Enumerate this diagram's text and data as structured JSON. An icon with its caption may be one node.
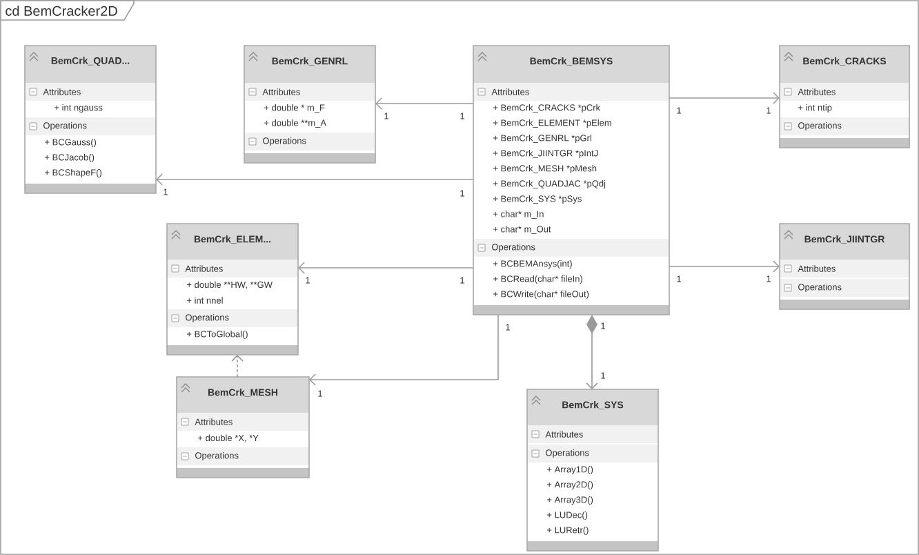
{
  "diagram": {
    "nodes": [
      {
        "text": [
          "cd BemCracker2D"
        ]
      },
      {
        "text": [
          "BemCrk_QUAD...",
          "Attributes",
          "+ int ngauss",
          "Operations",
          "+ BCGauss()",
          "+ BCJacob()",
          "+ BCShapeF()"
        ],
        "in": 0
      },
      {
        "text": [
          "BemCrk_GENRL",
          "Attributes",
          "+ double * m_F",
          "+ double **m_A",
          "Operations"
        ],
        "in": 0
      },
      {
        "text": [
          "BemCrk_BEMSYS",
          "Attributes",
          "+ BemCrk_CRACKS *pCrk",
          "+ BemCrk_ELEMENT *pElem",
          "+ BemCrk_GENRL *pGrl",
          "+ BemCrk_JIINTGR *pIntJ",
          "+ BemCrk_MESH *pMesh",
          "+ BemCrk_QUADJAC *pQdj",
          "+ BemCrk_SYS *pSys",
          "+ char* m_In",
          "+ char* m_Out",
          "Operations",
          "+ BCBEMAnsys(int)",
          "+ BCRead(char* fileIn)",
          "+ BCWrite(char* fileOut)"
        ],
        "in": 0
      },
      {
        "text": [
          "BemCrk_CRACKS",
          "Attributes",
          "+ int ntip",
          "Operations"
        ],
        "in": 0
      },
      {
        "text": [
          "BemCrk_ELEM...",
          "Attributes",
          "+ double **HW, **GW",
          "+ int nnel",
          "Operations",
          "+ BCToGlobal()"
        ],
        "in": 0
      },
      {
        "text": [
          "BemCrk_JIINTGR",
          "Attributes",
          "Operations"
        ],
        "in": 0
      },
      {
        "text": [
          "BemCrk_MESH",
          "Attributes",
          "+ double *X, *Y",
          "Operations"
        ],
        "in": 0
      },
      {
        "text": [
          "BemCrk_SYS",
          "Attributes",
          "Operations",
          "+ Array1D()",
          "+ Array2D()",
          "+ Array3D()",
          "+ LUDec()",
          "+ LURetr()"
        ],
        "in": 0
      }
    ],
    "edges": [
      {
        "from": 3,
        "to": 2,
        "arrow": "to"
      },
      {
        "from": 3,
        "to": 4,
        "arrow": "to"
      },
      {
        "from": 3,
        "to": 1,
        "arrow": "to"
      },
      {
        "from": 3,
        "to": 5,
        "arrow": "to"
      },
      {
        "from": 3,
        "to": 6,
        "arrow": "to"
      },
      {
        "from": 3,
        "to": 7,
        "arrow": "to"
      },
      {
        "from": 3,
        "to": 8,
        "arrow": "to"
      },
      {
        "from": 7,
        "to": 5,
        "arrow": "to",
        "style": "dashed"
      }
    ],
    "labels": [
      "1",
      "1",
      "1",
      "1",
      "1",
      "1",
      "1",
      "1",
      "1",
      "1",
      "1",
      "1",
      "1",
      "1"
    ]
  }
}
